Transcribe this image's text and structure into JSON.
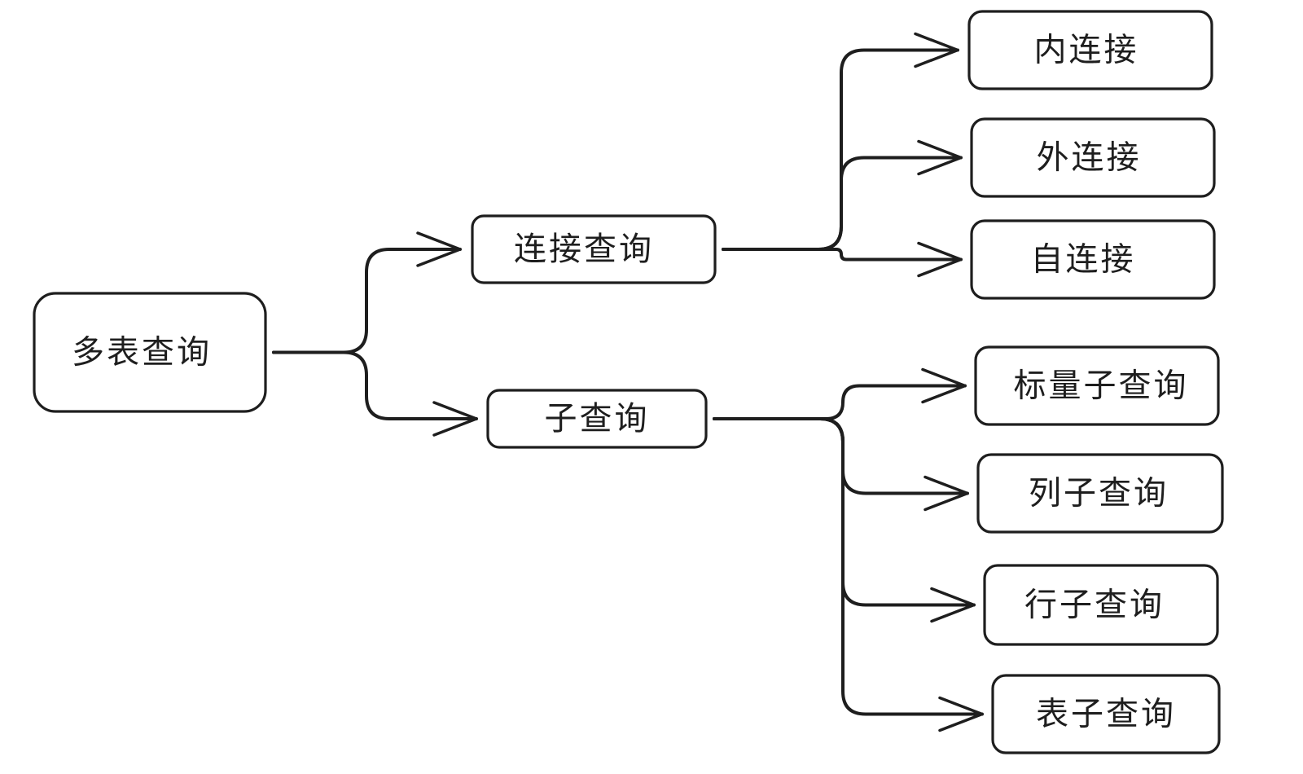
{
  "diagram": {
    "colors": {
      "stroke": "#1e1e1e",
      "background": "#ffffff"
    },
    "nodes": [
      {
        "id": "root",
        "label": "多表查询"
      },
      {
        "id": "join",
        "label": "连接查询"
      },
      {
        "id": "subquery",
        "label": "子查询"
      },
      {
        "id": "inner-join",
        "label": "内连接"
      },
      {
        "id": "outer-join",
        "label": "外连接"
      },
      {
        "id": "self-join",
        "label": "自连接"
      },
      {
        "id": "scalar-subquery",
        "label": "标量子查询"
      },
      {
        "id": "column-subquery",
        "label": "列子查询"
      },
      {
        "id": "row-subquery",
        "label": "行子查询"
      },
      {
        "id": "table-subquery",
        "label": "表子查询"
      }
    ],
    "edges": [
      {
        "from": "root",
        "to": "join"
      },
      {
        "from": "root",
        "to": "subquery"
      },
      {
        "from": "join",
        "to": "inner-join"
      },
      {
        "from": "join",
        "to": "outer-join"
      },
      {
        "from": "join",
        "to": "self-join"
      },
      {
        "from": "subquery",
        "to": "scalar-subquery"
      },
      {
        "from": "subquery",
        "to": "column-subquery"
      },
      {
        "from": "subquery",
        "to": "row-subquery"
      },
      {
        "from": "subquery",
        "to": "table-subquery"
      }
    ]
  }
}
